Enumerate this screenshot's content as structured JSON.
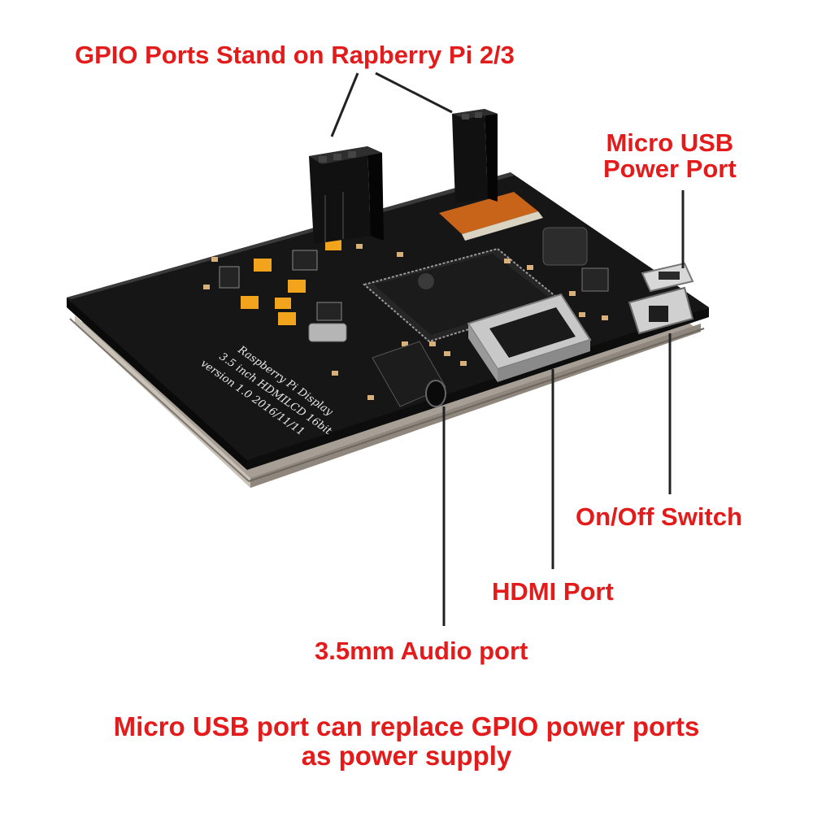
{
  "labels": {
    "gpio_ports": "GPIO Ports Stand on Rapberry Pi 2/3",
    "micro_usb_line1": "Micro USB",
    "micro_usb_line2": "Power Port",
    "on_off_switch": "On/Off Switch",
    "hdmi_port": "HDMI Port",
    "audio_port": "3.5mm Audio port",
    "note_line1": "Micro USB port can replace GPIO power ports",
    "note_line2": "as power supply"
  },
  "board_silkscreen": {
    "line1": "Raspberry  Pi  Display",
    "line2": "3.5 inch  HDMILCD  16bit",
    "line3": "version 1.0  2016/11/11"
  },
  "colors": {
    "label_text": "#e31b1b",
    "pcb": "#161616",
    "leader_line": "#222222",
    "capacitor": "#f2a41c",
    "metal_frame": "#b9b2a8"
  }
}
